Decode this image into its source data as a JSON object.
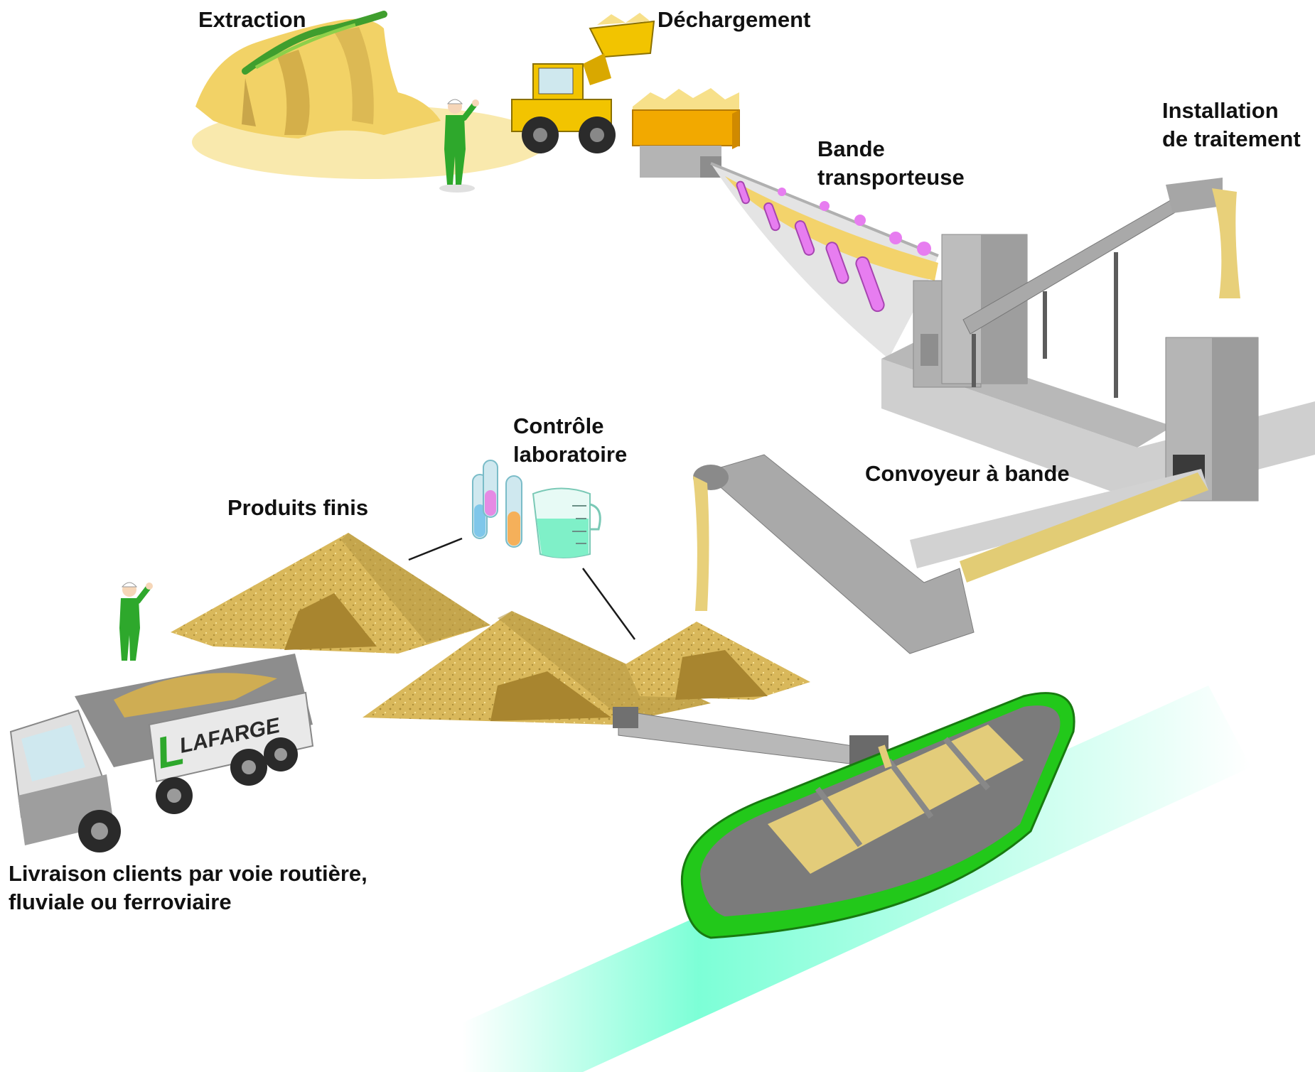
{
  "labels": {
    "extraction": "Extraction",
    "dechargement": "Déchargement",
    "bande_line1": "Bande",
    "bande_line2": "transporteuse",
    "installation_line1": "Installation",
    "installation_line2": "de traitement",
    "controle_line1": "Contrôle",
    "controle_line2": "laboratoire",
    "produits": "Produits finis",
    "convoyeur": "Convoyeur à bande",
    "livraison_line1": "Livraison clients par voie routière,",
    "livraison_line2": "fluviale ou ferroviaire"
  },
  "truck": {
    "brand": "LAFARGE",
    "brand_initial": "L"
  },
  "colors": {
    "sand": "#f3d36b",
    "sand_dark": "#c9a64a",
    "gray": "#a4a4a4",
    "gray_dark": "#6f6f6f",
    "green": "#2ea82c",
    "boat_green": "#22c81a",
    "water": "#6effd2",
    "magenta": "#e77df0",
    "loader_yellow": "#f2c400"
  },
  "icons": [
    "worker-icon",
    "loader-icon",
    "truck-icon",
    "barge-icon",
    "test-tube-icon",
    "beaker-icon"
  ]
}
